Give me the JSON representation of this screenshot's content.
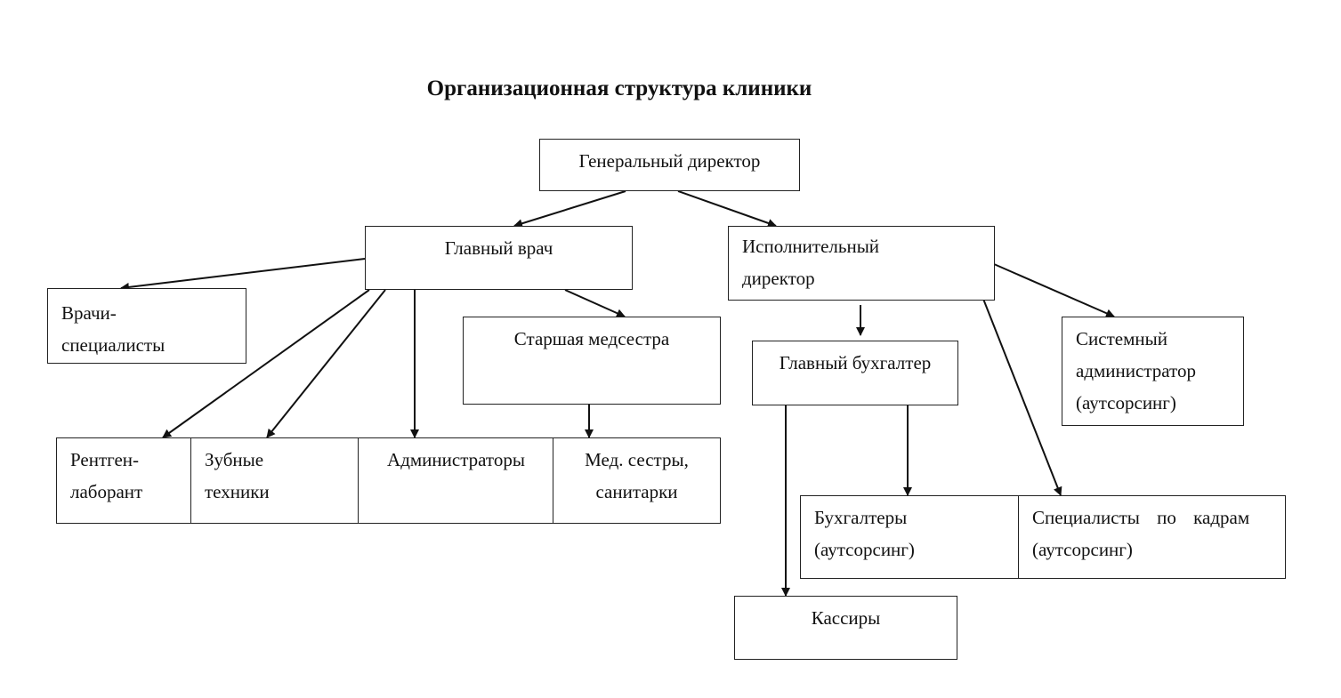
{
  "title": "Организационная структура клиники",
  "nodes": {
    "general_director": "Генеральный директор",
    "chief_doctor": "Главный врач",
    "executive_director": "Исполнительный\nдиректор",
    "specialist_doctors": "Врачи-\nспециалисты",
    "head_nurse": "Старшая медсестра",
    "chief_accountant": "Главный бухгалтер",
    "system_admin": "Системный\nадминистратор\n(аутсорсинг)",
    "xray_lab": "Рентген-\nлаборант",
    "dental_techs": "Зубные\nтехники",
    "administrators": "Администраторы",
    "nurses": "Мед. сестры,\nсанитарки",
    "accountants": "Бухгалтеры\n(аутсорсинг)",
    "hr_specialists": "Специалисты по кадрам\n(аутсорсинг)",
    "cashiers": "Кассиры"
  },
  "edges": [
    [
      "general_director",
      "chief_doctor"
    ],
    [
      "general_director",
      "executive_director"
    ],
    [
      "chief_doctor",
      "specialist_doctors"
    ],
    [
      "chief_doctor",
      "head_nurse"
    ],
    [
      "chief_doctor",
      "xray_lab"
    ],
    [
      "chief_doctor",
      "dental_techs"
    ],
    [
      "chief_doctor",
      "administrators"
    ],
    [
      "head_nurse",
      "nurses"
    ],
    [
      "executive_director",
      "chief_accountant"
    ],
    [
      "executive_director",
      "system_admin"
    ],
    [
      "executive_director",
      "hr_specialists"
    ],
    [
      "chief_accountant",
      "accountants"
    ],
    [
      "chief_accountant",
      "cashiers"
    ]
  ]
}
